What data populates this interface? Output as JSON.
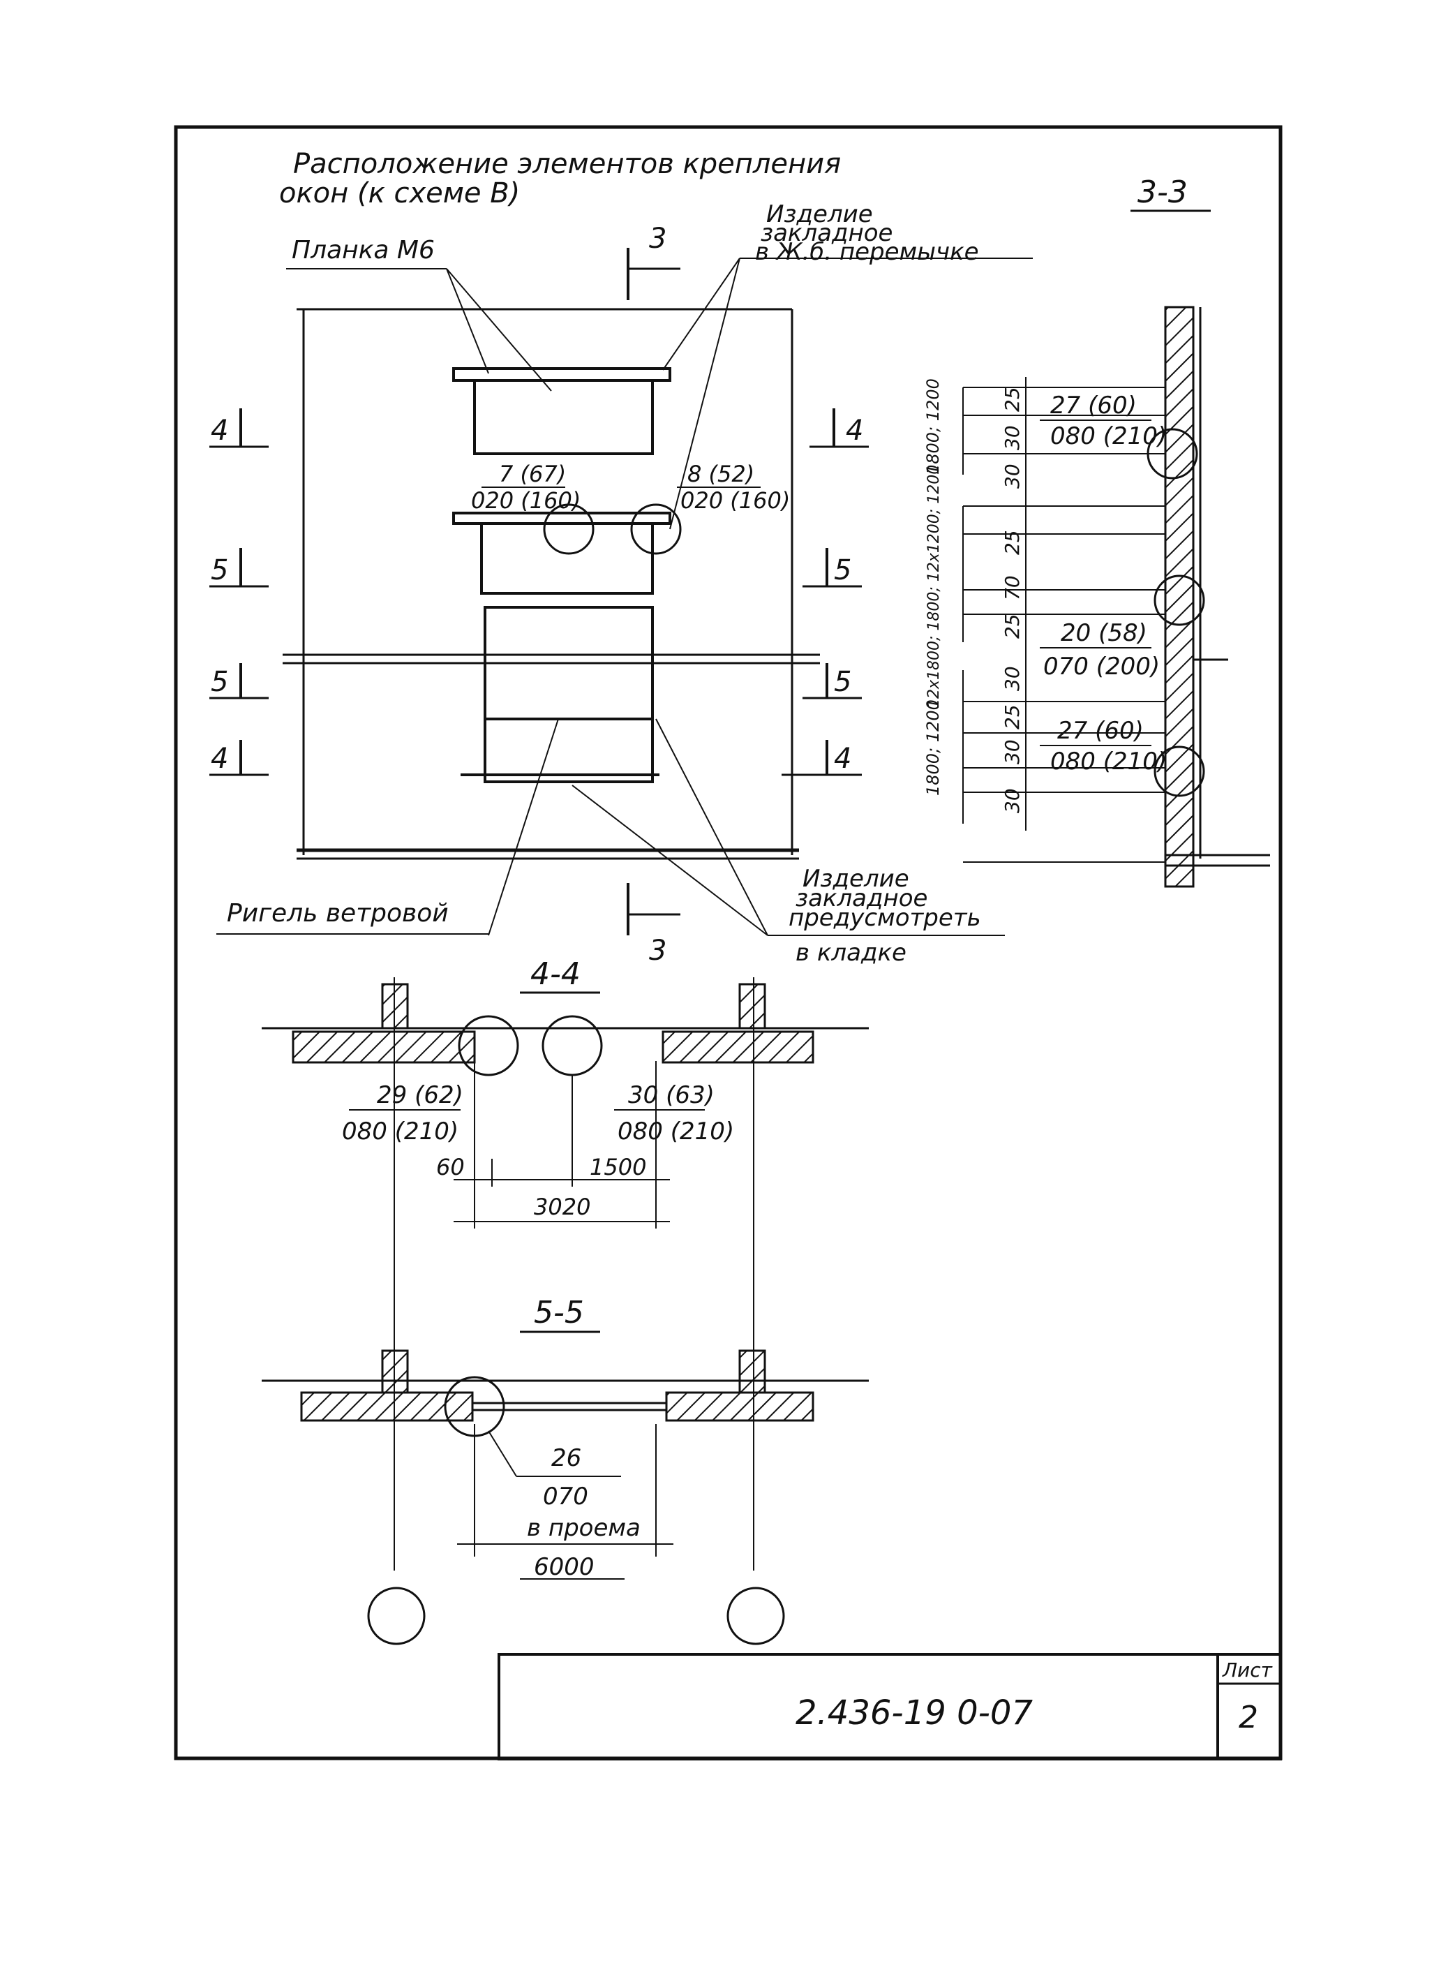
{
  "title": {
    "line1": "Расположение элементов крепления",
    "line2": "окон (к схеме В)"
  },
  "plan": {
    "label_planka": "Планка М6",
    "label_izdelie_top": [
      "Изделие",
      "закладное",
      "в Ж.б. перемычке"
    ],
    "label_rigel": "Ригель ветровой",
    "label_izdelie_bottom": [
      "Изделие",
      "закладное",
      "предусмотреть",
      "в кладке"
    ],
    "callout_left": [
      "7 (67)",
      "020 (160)"
    ],
    "callout_right": [
      "8 (52)",
      "020 (160)"
    ],
    "section_3_mark": "3",
    "section_4_mark": "4",
    "section_5_mark": "5"
  },
  "section_3_3": {
    "title": "3-3",
    "callouts": [
      [
        "27 (60)",
        "080 (210)"
      ],
      [
        "20 (58)",
        "070 (200)"
      ],
      [
        "27 (60)",
        "080 (210)"
      ]
    ],
    "dims": [
      "25",
      "30",
      "30",
      "25",
      "70",
      "25",
      "30",
      "25",
      "30",
      "30"
    ],
    "side_labels": [
      "1800; 1200",
      "12х1800; 1800; 12х1200; 1200",
      "1800; 1200"
    ]
  },
  "section_4_4": {
    "title": "4-4",
    "callout_left": [
      "29 (62)",
      "080 (210)"
    ],
    "callout_right": [
      "30 (63)",
      "080 (210)"
    ],
    "dims": [
      "60",
      "1500",
      "3020"
    ]
  },
  "section_5_5": {
    "title": "5-5",
    "callout": [
      "26",
      "070",
      "в проема"
    ],
    "dim": "6000"
  },
  "stamp": {
    "code": "2.436-19 0-07",
    "sheet_label": "Лист",
    "sheet_number": "2"
  }
}
